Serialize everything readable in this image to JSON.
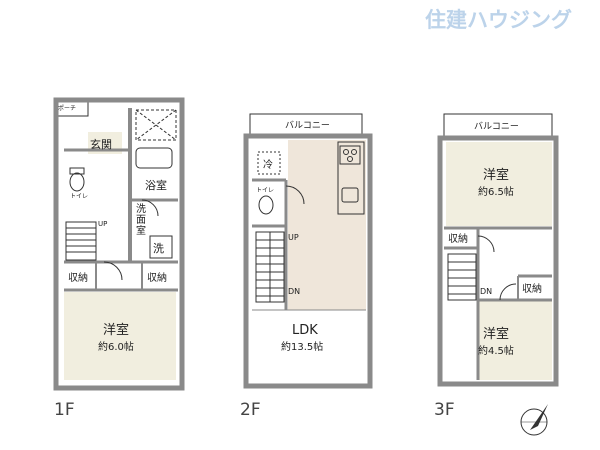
{
  "watermark": "住建ハウジング",
  "floors": {
    "f1": {
      "label": "1F",
      "porch": "ポーチ",
      "entrance": "玄関",
      "bath": "浴室",
      "toilet": "トイレ",
      "washroom": "洗面室",
      "washer": "洗",
      "up": "UP",
      "storage_left": "収納",
      "storage_right": "収納",
      "room_name": "洋室",
      "room_size": "約6.0帖"
    },
    "f2": {
      "label": "2F",
      "balcony": "バルコニー",
      "fridge": "冷",
      "toilet": "トイレ",
      "up": "UP",
      "dn": "DN",
      "room_name": "LDK",
      "room_size": "約13.5帖"
    },
    "f3": {
      "label": "3F",
      "balcony": "バルコニー",
      "room1_name": "洋室",
      "room1_size": "約6.5帖",
      "storage_left": "収納",
      "storage_right": "収納",
      "dn": "DN",
      "room2_name": "洋室",
      "room2_size": "約4.5帖"
    }
  },
  "compass": "north-arrow-icon",
  "colors": {
    "wall": "#8a8a8a",
    "floor_fill": "#f1eedf",
    "ldk_fill": "#efe6da",
    "line": "#333333",
    "watermark": "#bcd3ea"
  }
}
